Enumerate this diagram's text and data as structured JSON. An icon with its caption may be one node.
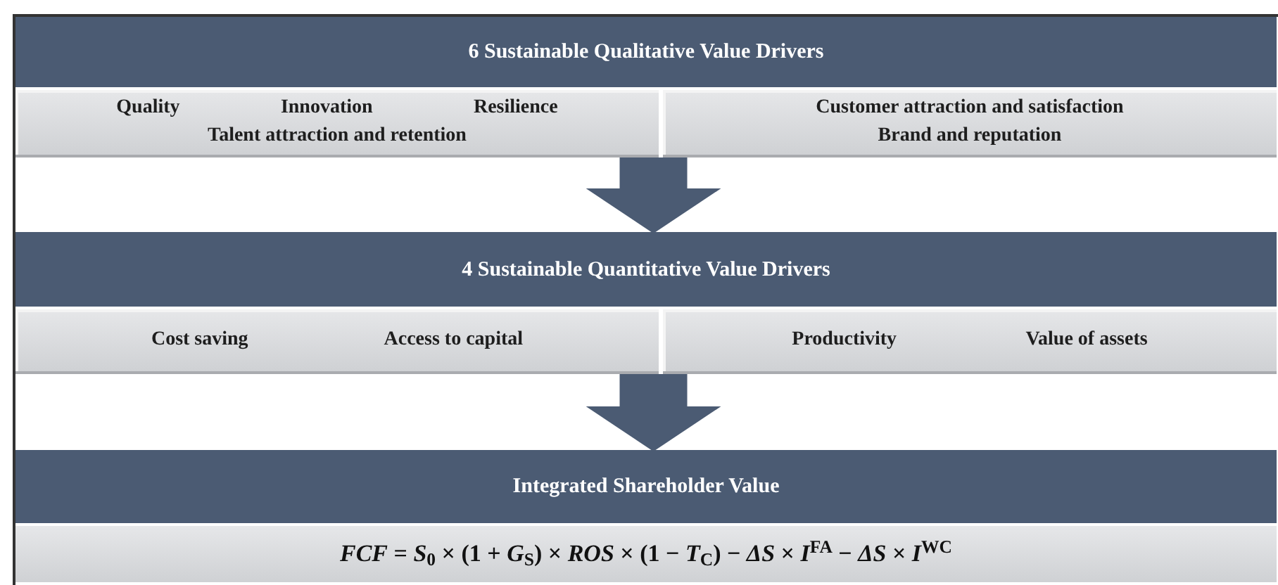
{
  "diagram": {
    "nodes": [
      {
        "text": [
          "6 Sustainable  Qualitative Value Drivers"
        ]
      },
      {
        "text": [
          "Quality",
          "Innovation",
          "Resilience",
          "Talent attraction and retention"
        ]
      },
      {
        "text": [
          "Customer attraction and satisfaction",
          "Brand and reputation"
        ]
      },
      {
        "text": [
          "4 Sustainable  Quantitative Value Drivers"
        ]
      },
      {
        "text": [
          "Cost saving",
          "Access to capital"
        ]
      },
      {
        "text": [
          "Productivity",
          "Value of assets"
        ]
      },
      {
        "text": [
          "Integrated Shareholder Value"
        ]
      },
      {
        "text": [
          "*FCF* = *S*$_{0}$ × (1 + *G*$_{S}$) × *ROS* × (1 − *T*$_{C}$) − *ΔS* × *I*$^{FA}$ −  *ΔS* × *I*$^{WC}$"
        ]
      }
    ],
    "edges": [
      {
        "from": 1,
        "to": 3,
        "arrow": "to"
      },
      {
        "from": 2,
        "to": 3,
        "arrow": "to"
      },
      {
        "from": 4,
        "to": 6,
        "arrow": "to"
      },
      {
        "from": 5,
        "to": 6,
        "arrow": "to"
      }
    ]
  }
}
